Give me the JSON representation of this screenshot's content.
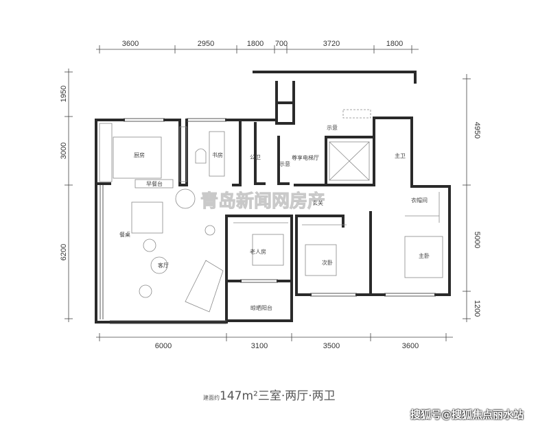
{
  "dimensions": {
    "top": [
      "3600",
      "2950",
      "1800",
      "700",
      "3720",
      "1800"
    ],
    "bottom": [
      "6000",
      "3100",
      "3500",
      "3600"
    ],
    "left": [
      "1950",
      "3000",
      "6200"
    ],
    "right": [
      "4950",
      "5000",
      "1200"
    ]
  },
  "rooms": {
    "kitchen": "厨房",
    "breakfast_bar": "早餐台",
    "study": "书房",
    "public_bath": "公卫",
    "elevator_hall": "尊享电梯厅",
    "indicative_1": "示意",
    "indicative_2": "示意",
    "foyer": "玄关",
    "dining": "餐桌",
    "living": "客厅",
    "elder_room": "老人房",
    "second_bedroom": "次卧",
    "master_bedroom": "主卧",
    "master_bath": "主卫",
    "walk_in_closet": "衣帽间",
    "drying_balcony": "晾晒阳台"
  },
  "watermark": "青岛新闻网房产",
  "caption": {
    "prefix": "建面约",
    "main": "147m²三室·两厅·两卫"
  },
  "source": "搜狐号@搜狐焦点丽水站"
}
